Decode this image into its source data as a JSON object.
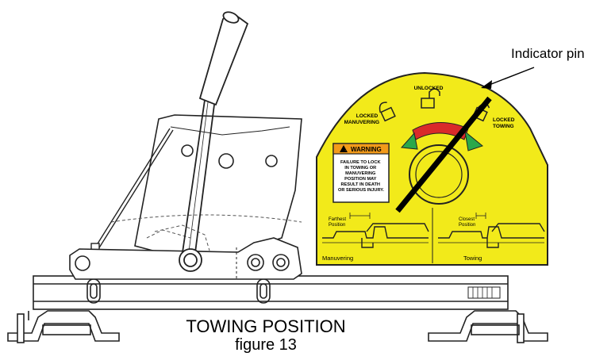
{
  "caption": {
    "title": "TOWING POSITION",
    "figure": "figure 13"
  },
  "callout": {
    "indicator_pin": "Indicator pin"
  },
  "decal": {
    "colors": {
      "background": "#f2ea1a",
      "unlock_arc": "#d92a2a",
      "lock_arrow": "#2aa84a",
      "warning_header": "#f29a1a"
    },
    "labels": {
      "locked_manuvering": [
        "LOCKED",
        "MANUVERING"
      ],
      "unlocked": "UNLOCKED",
      "locked_towing": [
        "LOCKED",
        "TOWING"
      ]
    },
    "warning": {
      "header": "WARNING",
      "body": [
        "FAILURE TO LOCK",
        "IN TOWING OR",
        "MANUVERING",
        "POSITION MAY",
        "RESULT IN DEATH",
        "OR SERIOUS INJURY."
      ]
    },
    "left_diagram": {
      "note": [
        "Farthest",
        "Position"
      ],
      "label": "Manuvering"
    },
    "right_diagram": {
      "note": [
        "Closest",
        "Position"
      ],
      "label": "Towing"
    }
  }
}
